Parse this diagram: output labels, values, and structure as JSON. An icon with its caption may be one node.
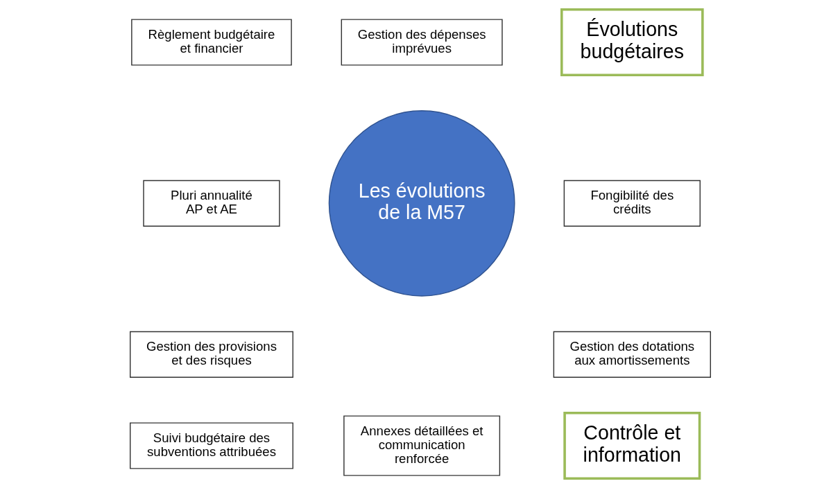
{
  "diagram": {
    "nodes": [
      {
        "text": [
          "Règlement budgétaire et financier"
        ]
      },
      {
        "text": [
          "Gestion des dépenses imprévues"
        ]
      },
      {
        "text": [
          "Fongibilité des crédits"
        ]
      },
      {
        "text": [
          "Pluri annualité",
          "AP et AE"
        ]
      },
      {
        "text": [
          "Les évolutions de la M57"
        ]
      },
      {
        "text": [
          "Gestion des provisions et des risques"
        ]
      },
      {
        "text": [
          "Gestion des dotations aux amortissements"
        ]
      },
      {
        "text": [
          "Évolutions budgétaires"
        ]
      },
      {
        "text": [
          "Contrôle et information"
        ]
      },
      {
        "text": [
          "Suivi budgétaire des subventions attribuées"
        ]
      },
      {
        "text": [
          "Annexes détaillées et communication renforcée"
        ]
      }
    ],
    "edges": []
  }
}
